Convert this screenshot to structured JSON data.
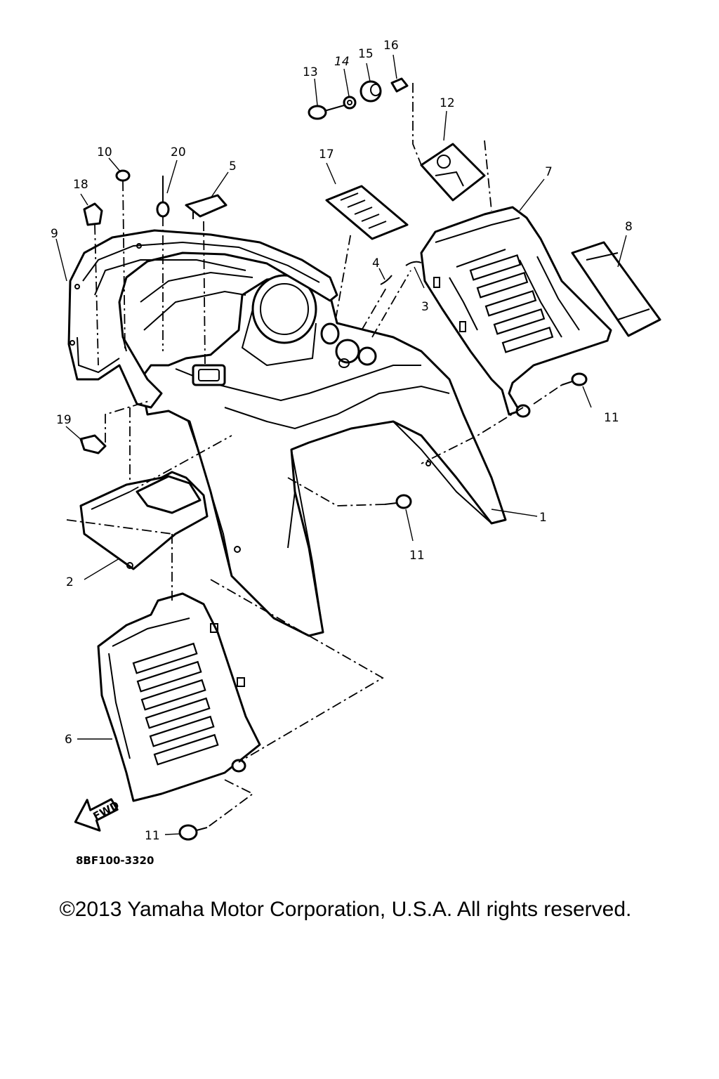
{
  "diagram": {
    "callouts": {
      "c1": "1",
      "c2": "2",
      "c3": "3",
      "c4": "4",
      "c5": "5",
      "c6": "6",
      "c7": "7",
      "c8": "8",
      "c9": "9",
      "c10": "10",
      "c11a": "11",
      "c11b": "11",
      "c11c": "11",
      "c12": "12",
      "c13": "13",
      "c14": "14",
      "c15": "15",
      "c16": "16",
      "c17": "17",
      "c18": "18",
      "c19": "19",
      "c20": "20"
    },
    "fwd_label": "FWD",
    "drawing_code": "8BF100-3320"
  },
  "footer": {
    "copyright": "©2013 Yamaha Motor Corporation, U.S.A. All rights reserved."
  }
}
